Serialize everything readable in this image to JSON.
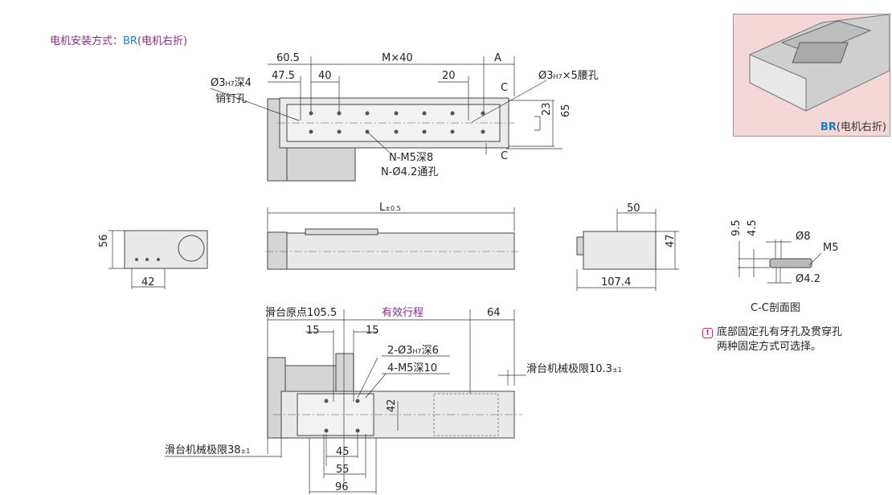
{
  "header": {
    "title_prefix": "电机安装方式：",
    "title_code": "BR",
    "title_suffix": "(电机右折)"
  },
  "photo": {
    "caption_code": "BR",
    "caption_suffix": "(电机右折)"
  },
  "top_view": {
    "d1": "60.5",
    "d2": "M×40",
    "d3": "A",
    "d4": "47.5",
    "d5": "40",
    "d6": "20",
    "c1": "C",
    "c2": "C",
    "pin_label_1": "Ø3",
    "pin_label_sub": "H7",
    "pin_label_2": "深4",
    "pin_label_3": "销钉孔",
    "slot_label_1": "Ø3",
    "slot_label_sub": "H7",
    "slot_label_2": "×5腰孔",
    "d7": "23",
    "d8": "65",
    "hole_label_1": "N-M5深8",
    "hole_label_2": "N-Ø4.2通孔"
  },
  "side_view": {
    "length": "L",
    "length_tol": "±0.5"
  },
  "end_left": {
    "height": "56",
    "width": "42"
  },
  "end_right": {
    "d1": "50",
    "d2": "47",
    "d3": "107.4"
  },
  "section": {
    "d1": "9.5",
    "d2": "4.5",
    "d3": "Ø8",
    "d4": "M5",
    "d5": "Ø4.2",
    "title": "C-C剖面图"
  },
  "note": {
    "icon": "warning-icon",
    "line1": "底部固定孔有牙孔及贯穿孔",
    "line2": "两种固定方式可选择。"
  },
  "bottom_view": {
    "origin": "滑台原点105.5",
    "stroke": "有效行程",
    "d64": "64",
    "d15a": "15",
    "d15b": "15",
    "pin_1": "2-Ø3",
    "pin_sub": "H7",
    "pin_2": "深6",
    "tap": "4-M5深10",
    "limit_right": "滑台机械极限10.3",
    "limit_right_tol": "±1",
    "d42": "42",
    "limit_left": "滑台机械极限38",
    "limit_left_tol": "±1",
    "d45": "45",
    "d55": "55",
    "d96": "96"
  },
  "colors": {
    "accent_purple": "#8a2a8a",
    "accent_blue": "#1a7fc1",
    "warning": "#d0207a"
  }
}
